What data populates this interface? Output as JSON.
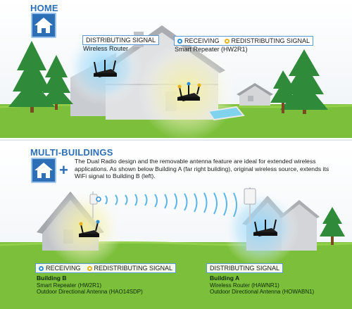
{
  "home": {
    "heading": "HOME",
    "distributing_label": "DISTRIBUTING SIGNAL",
    "router_label": "Wireless Router",
    "receiving_label": "RECEIVING",
    "redistributing_label": "REDISTRIBUTING SIGNAL",
    "repeater_label": "Smart Repeater (HW2R1)"
  },
  "multi": {
    "heading": "MULTI-BUILDINGS",
    "description": "The Dual Radio design and the removable antenna feature are ideal for extended wireless applications. As shown below Building A (far right building), original wireless source, extends its WiFi signal to Building B (left).",
    "receiving_label": "RECEIVING",
    "redistributing_label": "REDISTRIBUTING SIGNAL",
    "distributing_label": "DISTRIBUTING SIGNAL",
    "building_b": {
      "title": "Building B",
      "line1": "Smart Repeater (HW2R1)",
      "line2": "Outdoor Directional Antenna (HAO14SDP)"
    },
    "building_a": {
      "title": "Building A",
      "line1": "Wireless Router  (HAWNR1)",
      "line2": "Outdoor Directional Antenna (HOWABN1)"
    }
  },
  "colors": {
    "accent": "#2c6fb7",
    "grass": "#7cbf3a",
    "receiving": "#2c8fd6",
    "redistributing": "#e8b21a"
  },
  "icons": [
    "home-icon",
    "plus-icon",
    "router-icon",
    "repeater-icon",
    "antenna-icon",
    "receiving-dot-icon",
    "redistributing-dot-icon"
  ]
}
